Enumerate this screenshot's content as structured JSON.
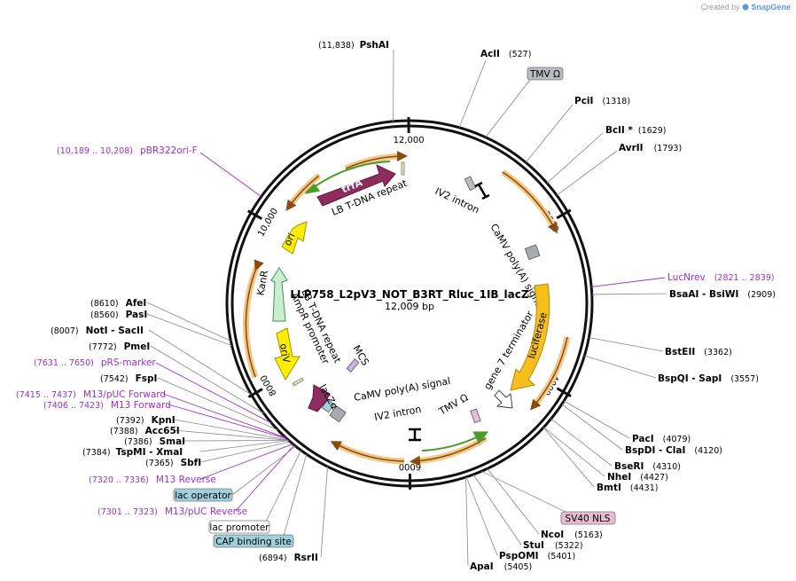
{
  "brand": {
    "prefix": "Created by",
    "name": "SnapGene"
  },
  "plasmid": {
    "name": "LLP758_L2pV3_NOT_B3RT_Rluc_1IB_lacZ",
    "length": "12,009 bp",
    "total_bp": 12009
  },
  "ticks": [
    {
      "bp": 2000,
      "label": "2000"
    },
    {
      "bp": 4000,
      "label": "4000"
    },
    {
      "bp": 6000,
      "label": "6000"
    },
    {
      "bp": 8000,
      "label": "8000"
    },
    {
      "bp": 10000,
      "label": "10,000"
    },
    {
      "bp": 12000,
      "label": "12,000"
    }
  ],
  "enzymes": [
    {
      "id": "psha",
      "name": "PshAI",
      "pos": "(11,838)",
      "bp": 11838
    },
    {
      "id": "acli",
      "name": "AclI",
      "pos": "(527)",
      "bp": 527
    },
    {
      "id": "pcii",
      "name": "PciI",
      "pos": "(1318)",
      "bp": 1318
    },
    {
      "id": "bcli",
      "name": "BclI *",
      "pos": "(1629)",
      "bp": 1629
    },
    {
      "id": "avrii",
      "name": "AvrII",
      "pos": "(1793)",
      "bp": 1793
    },
    {
      "id": "bsaai",
      "name": "BsaAI   -  BsiWI",
      "pos": "(2909)",
      "bp": 2909
    },
    {
      "id": "bsteii",
      "name": "BstEII",
      "pos": "(3362)",
      "bp": 3362
    },
    {
      "id": "bspqi",
      "name": "BspQI   -  SapI",
      "pos": "(3557)",
      "bp": 3557
    },
    {
      "id": "paci",
      "name": "PacI",
      "pos": "(4079)",
      "bp": 4079
    },
    {
      "id": "bspdi",
      "name": "BspDI   -  ClaI",
      "pos": "(4120)",
      "bp": 4120
    },
    {
      "id": "bseri",
      "name": "BseRI",
      "pos": "(4310)",
      "bp": 4310
    },
    {
      "id": "nhei",
      "name": "NheI",
      "pos": "(4427)",
      "bp": 4427
    },
    {
      "id": "bmti",
      "name": "BmtI",
      "pos": "(4431)",
      "bp": 4431
    },
    {
      "id": "ncoi",
      "name": "NcoI",
      "pos": "(5163)",
      "bp": 5163
    },
    {
      "id": "stui",
      "name": "StuI",
      "pos": "(5322)",
      "bp": 5322
    },
    {
      "id": "pspomi",
      "name": "PspOMI",
      "pos": "(5401)",
      "bp": 5401
    },
    {
      "id": "apai",
      "name": "ApaI",
      "pos": "(5405)",
      "bp": 5405
    },
    {
      "id": "rsrii",
      "name": "RsrII",
      "pos": "(6894)",
      "bp": 6894
    },
    {
      "id": "sbfi",
      "name": "SbfI",
      "pos": "(7365)",
      "bp": 7365
    },
    {
      "id": "tspmi",
      "name": "TspMI   -  XmaI",
      "pos": "(7384)",
      "bp": 7384
    },
    {
      "id": "smai",
      "name": "SmaI",
      "pos": "(7386)",
      "bp": 7386
    },
    {
      "id": "acc65i",
      "name": "Acc65I",
      "pos": "(7388)",
      "bp": 7388
    },
    {
      "id": "kpni",
      "name": "KpnI",
      "pos": "(7392)",
      "bp": 7392
    },
    {
      "id": "fspi",
      "name": "FspI",
      "pos": "(7542)",
      "bp": 7542
    },
    {
      "id": "pmei",
      "name": "PmeI",
      "pos": "(7772)",
      "bp": 7772
    },
    {
      "id": "noti",
      "name": "NotI   -  SacII",
      "pos": "(8007)",
      "bp": 8007
    },
    {
      "id": "pasi",
      "name": "PasI",
      "pos": "(8560)",
      "bp": 8560
    },
    {
      "id": "afei",
      "name": "AfeI",
      "pos": "(8610)",
      "bp": 8610
    }
  ],
  "primers": [
    {
      "id": "pbr322",
      "name": "pBR322ori-F",
      "pos": "(10,189 .. 10,208)",
      "bp": 10199
    },
    {
      "id": "lucnrev",
      "name": "LucNrev",
      "pos": "(2821 .. 2839)",
      "bp": 2830
    },
    {
      "id": "prsmarker",
      "name": "pRS-marker",
      "pos": "(7631 .. 7650)",
      "bp": 7640
    },
    {
      "id": "m13pucf",
      "name": "M13/pUC Forward",
      "pos": "(7415 .. 7437)",
      "bp": 7426
    },
    {
      "id": "m13f",
      "name": "M13 Forward",
      "pos": "(7406 .. 7423)",
      "bp": 7414
    },
    {
      "id": "m13r",
      "name": "M13 Reverse",
      "pos": "(7320 .. 7336)",
      "bp": 7328
    },
    {
      "id": "m13pucr",
      "name": "M13/pUC Reverse",
      "pos": "(7301 .. 7323)",
      "bp": 7312
    }
  ],
  "boxed_features": [
    {
      "id": "tmv_top",
      "name": "TMV Ω",
      "fill": "#b9bcc1",
      "bp": 820
    },
    {
      "id": "sv40",
      "name": "SV40 NLS",
      "fill": "#e8bcd0",
      "bp": 5230
    },
    {
      "id": "lacop",
      "name": "lac operator",
      "fill": "#9fd0dd",
      "bp": 7290
    },
    {
      "id": "lacprom",
      "name": "lac promoter",
      "fill": "#ffffff",
      "bp": 7220
    },
    {
      "id": "cap",
      "name": "CAP binding site",
      "fill": "#9fd0dd",
      "bp": 7150
    }
  ],
  "features": {
    "trfa": "trfA",
    "lb_outer": "LB T-DNA repeat",
    "iv2_top": "IV2 intron",
    "camv_top": "CaMV poly(A) signal",
    "luciferase": "luciferase",
    "gene7": "gene 7 terminator",
    "tmv_inner": "TMV Ω",
    "camv_bottom": "CaMV poly(A) signal",
    "iv2_bottom": "IV2 intron",
    "mcs": "MCS",
    "lacza": "lacZα",
    "lb_inner": "LB T-DNA repeat",
    "ampr_promoter": "AmpR promoter",
    "orii": "oriV",
    "kanr": "KanR",
    "ori": "ori"
  },
  "colors": {
    "trfa": "#8e2b5f",
    "luciferase": "#f5bf1e",
    "ori": "#ffee00",
    "kanr": "#c8f0d0",
    "lacza": "#8e2b5f",
    "cds_glow": "#f2c987",
    "green_arrow": "#4c9a2a",
    "orange_arrow": "#a05a10",
    "primer": "#9b30c9"
  }
}
